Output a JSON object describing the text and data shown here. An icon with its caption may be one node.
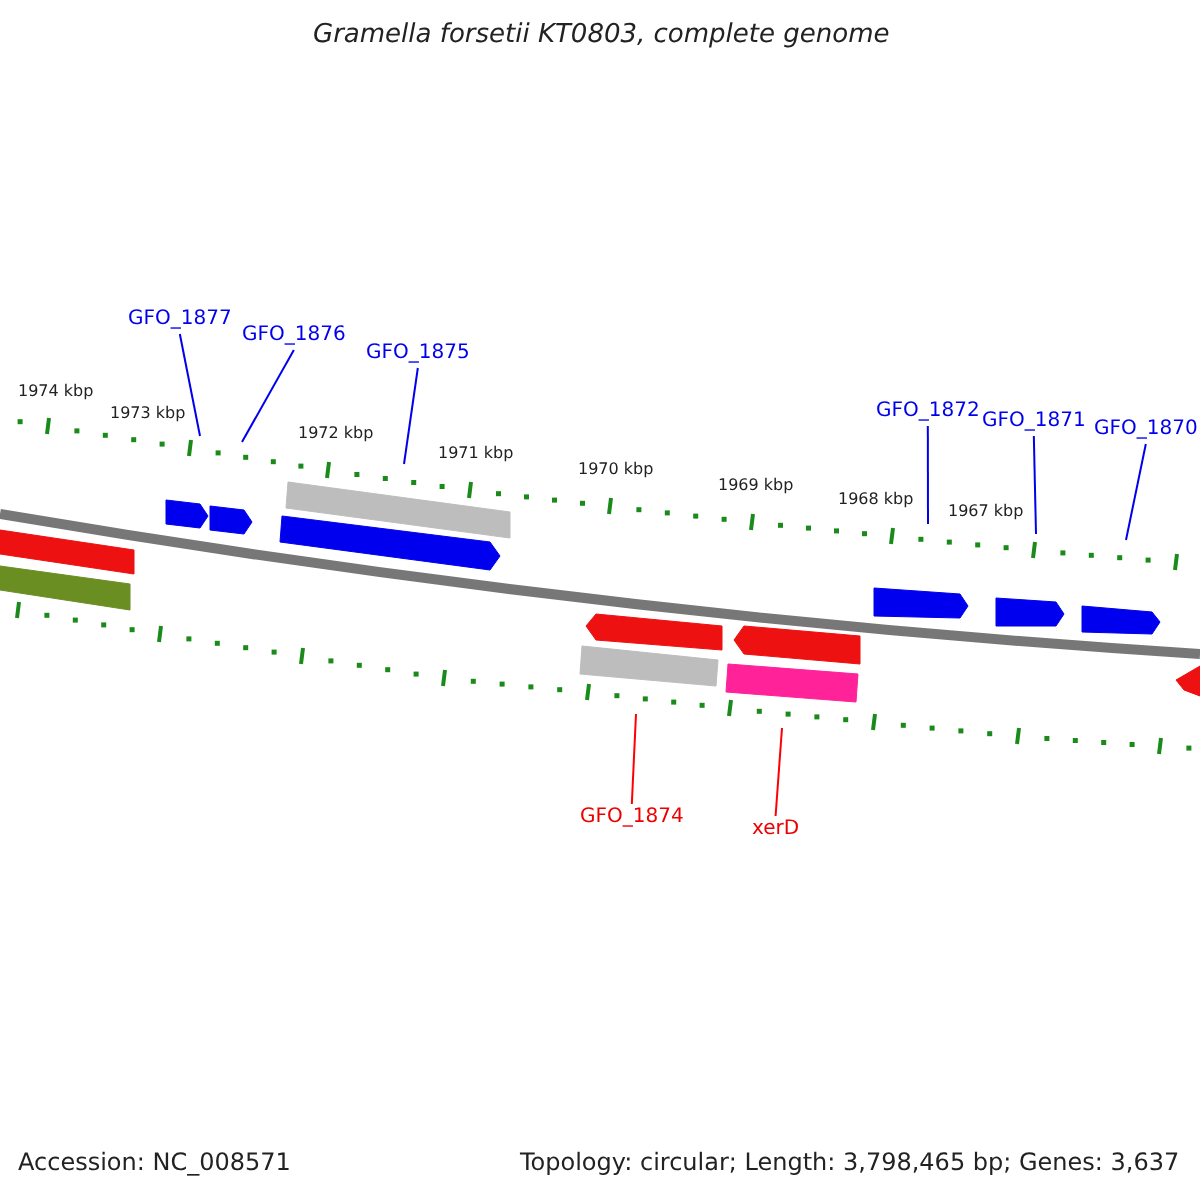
{
  "diagram": {
    "title": "Gramella forsetii KT0803, complete genome",
    "nodes": [
      {
        "text": [
          "GFO_1877"
        ]
      },
      {
        "text": [
          "GFO_1876"
        ]
      },
      {
        "text": [
          "GFO_1875"
        ]
      },
      {
        "text": [
          "GFO_1872"
        ]
      },
      {
        "text": [
          "GFO_1871"
        ]
      },
      {
        "text": [
          "GFO_1870"
        ]
      },
      {
        "text": [
          "GFO_1874"
        ]
      },
      {
        "text": [
          "xerD"
        ]
      }
    ],
    "edges": [
      {
        "from": 0,
        "to": null,
        "arrow": "none"
      },
      {
        "from": 1,
        "to": null,
        "arrow": "none"
      },
      {
        "from": 2,
        "to": null,
        "arrow": "none"
      },
      {
        "from": 3,
        "to": null,
        "arrow": "none"
      },
      {
        "from": 4,
        "to": null,
        "arrow": "none"
      },
      {
        "from": 5,
        "to": null,
        "arrow": "none"
      },
      {
        "from": 6,
        "to": null,
        "arrow": "none",
        "color": "#ff0000"
      },
      {
        "from": 7,
        "to": null,
        "arrow": "none",
        "color": "#ff0000"
      }
    ],
    "labels": [
      "1974 kbp",
      "1973 kbp",
      "1972 kbp",
      "1971 kbp",
      "1970 kbp",
      "1969 kbp",
      "1968 kbp",
      "1967 kbp",
      "Accession: NC_008571",
      "Topology: circular; Length: 3,798,465 bp; Genes: 3,637"
    ]
  }
}
